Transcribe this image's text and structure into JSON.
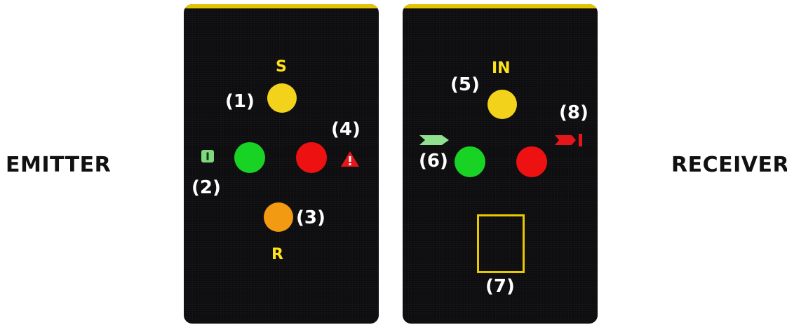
{
  "labels": {
    "emitter": "EMITTER",
    "receiver": "RECEIVER"
  },
  "emitter_panel": {
    "s_label": "S",
    "r_label": "R",
    "callouts": {
      "c1": "(1)",
      "c2": "(2)",
      "c3": "(3)",
      "c4": "(4)"
    }
  },
  "receiver_panel": {
    "in_label": "IN",
    "callouts": {
      "c5": "(5)",
      "c6": "(6)",
      "c7": "(7)",
      "c8": "(8)"
    }
  },
  "colors": {
    "panel": "#0d0d0f",
    "accent_yellow": "#f2d21b",
    "led_green": "#18d224",
    "led_red": "#ee1111",
    "led_orange": "#f29a12",
    "icon_green": "#7fd77f",
    "icon_red": "#e4161b"
  },
  "icons": [
    "power-on-icon",
    "warning-triangle-icon",
    "right-arrow-icon",
    "beam-blocked-icon"
  ]
}
